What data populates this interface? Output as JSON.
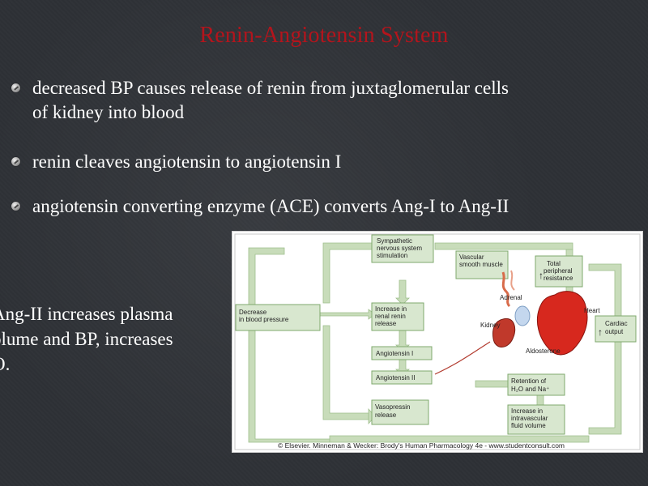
{
  "slide": {
    "title": "Renin-Angiotensin System",
    "bullets": [
      {
        "lines": [
          "decreased BP causes release of renin from juxtaglomerular cells",
          "of kidney into blood"
        ]
      },
      {
        "lines": [
          "renin cleaves angiotensin to angiotensin I"
        ]
      },
      {
        "lines": [
          "angiotensin converting enzyme (ACE) converts Ang-I to Ang-II"
        ]
      }
    ],
    "side_text": [
      "Ang-II increases plasma",
      "olume and BP, increases",
      "O."
    ]
  },
  "diagram": {
    "labels": {
      "sympathetic": [
        "Sympathetic",
        "nervous system",
        "stimulation"
      ],
      "vascular": [
        "Vascular",
        "smooth muscle"
      ],
      "resistance": [
        "Total",
        "peripheral",
        "resistance"
      ],
      "adrenal": "Adrenal",
      "heart": "Heart",
      "kidney": "Kidney",
      "decrease_bp": [
        "Decrease",
        "in blood pressure"
      ],
      "increase_renin": [
        "Increase in",
        "renal renin",
        "release"
      ],
      "ang1": "Angiotensin I",
      "ang2": "Angiotensin II",
      "aldosterone": "Aldosterone",
      "cardiac": [
        "Cardiac",
        "output"
      ],
      "retention": [
        "Retention of",
        "H₂O and Na⁺"
      ],
      "vasopressin": [
        "Vasopressin",
        "release"
      ],
      "intravascular": [
        "Increase in",
        "intravascular",
        "fluid volume"
      ],
      "credit": "© Elsevier. Minneman & Wecker: Brody's Human Pharmacology 4e - www.studentconsult.com"
    },
    "colors": {
      "box_fill": "#d8e7cf",
      "box_stroke": "#7fa86e",
      "arrow_fill": "#c8dcba",
      "heart": "#d7281e",
      "kidney": "#c0392b",
      "adrenal": "#c4d7ee",
      "frame": "#c8c8c8"
    }
  }
}
